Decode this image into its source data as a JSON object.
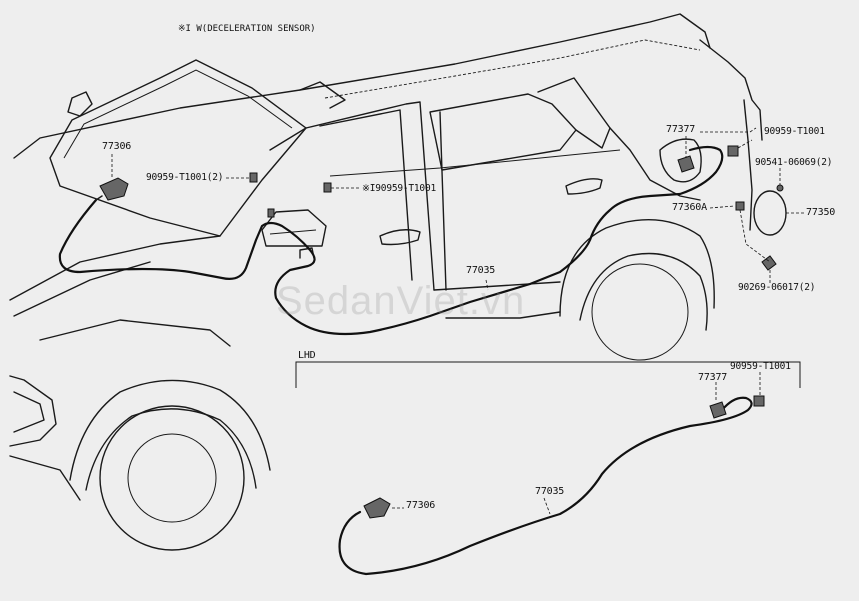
{
  "header": {
    "note": "※I W(DECELERATION SENSOR)"
  },
  "watermark": "SedanViet.vn",
  "main_view": {
    "labels": {
      "p77306": "77306",
      "p90959_left": "90959-T1001(2)",
      "p90959_mid": "※I90959-T1001",
      "p77377": "77377",
      "p90959_right": "90959-T1001",
      "p90541": "90541-06069(2)",
      "p77360A": "77360A",
      "p77350": "77350",
      "p77035": "77035",
      "p90269": "90269-06017(2)"
    }
  },
  "lhd_view": {
    "title": "LHD",
    "labels": {
      "p90959": "90959-T1001",
      "p77377": "77377",
      "p77035": "77035",
      "p77306": "77306"
    }
  }
}
